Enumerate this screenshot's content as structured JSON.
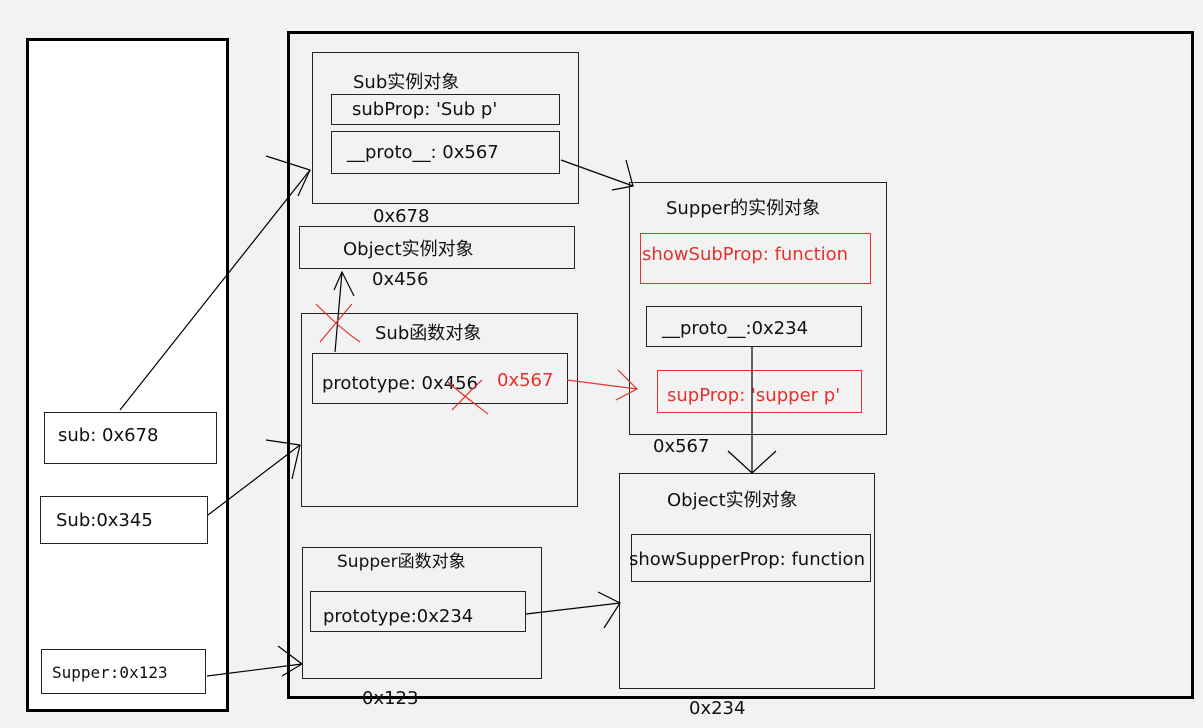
{
  "stack": {
    "sub_var": "sub: 0x678",
    "Sub_var": "Sub:0x345",
    "Supper_var": "Supper:0x123"
  },
  "sub_instance": {
    "title": "Sub实例对象",
    "prop": "subProp: 'Sub p'",
    "proto": "__proto__: 0x567",
    "addr": "0x678"
  },
  "object_instance_top": {
    "title": "Object实例对象",
    "addr": "0x456"
  },
  "sub_function": {
    "title": "Sub函数对象",
    "prototype": "prototype: 0x456",
    "prototype_new": "0x567"
  },
  "supper_instance": {
    "title": "Supper的实例对象",
    "method": "showSubProp: function",
    "proto": "__proto__:0x234",
    "prop": "supProp: 'supper p'",
    "addr": "0x567"
  },
  "object_instance_bottom": {
    "title": "Object实例对象",
    "method": "showSupperProp: function",
    "addr": "0x234"
  },
  "supper_function": {
    "title": "Supper函数对象",
    "prototype": "prototype:0x234",
    "addr": "0x123"
  },
  "colors": {
    "ink": "#000000",
    "annotation": "#e8302c"
  }
}
